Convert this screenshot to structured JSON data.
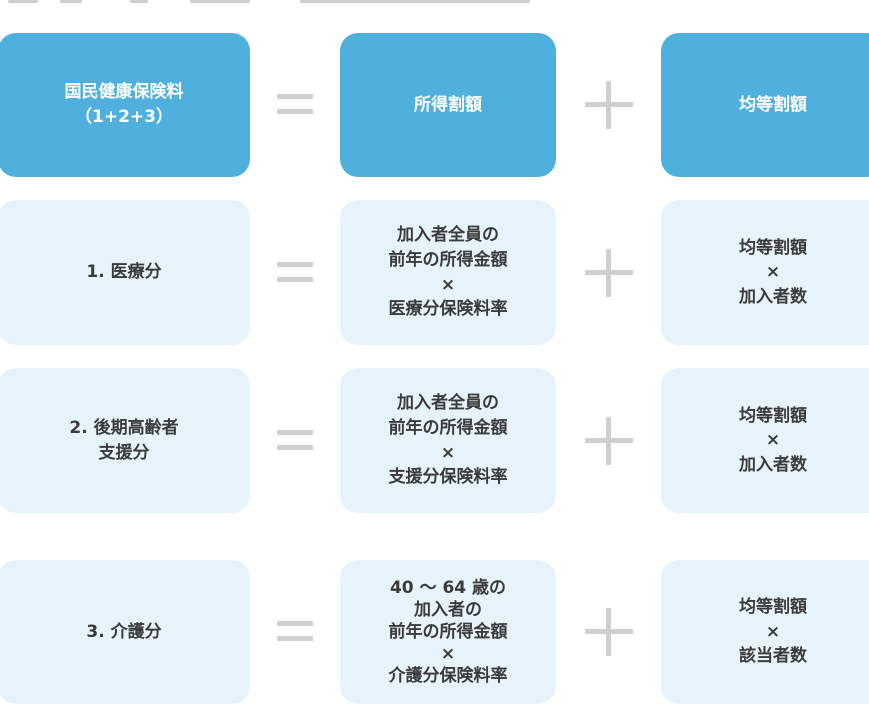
{
  "colors": {
    "header_box": "#4fb0dd",
    "row_box": "#e6f3fb",
    "operator": "#cfcfcf",
    "row_text": "#3b3b3b",
    "header_text": "#ffffff"
  },
  "header": {
    "total": [
      "国民健康保険料",
      "（1+2+3）"
    ],
    "income": [
      "所得割額"
    ],
    "per_capita": [
      "均等割額"
    ]
  },
  "rows": [
    {
      "label": [
        "1. 医療分"
      ],
      "income": [
        "加入者全員の",
        "前年の所得金額",
        "×",
        "医療分保険料率"
      ],
      "per_capita": [
        "均等割額",
        "×",
        "加入者数"
      ]
    },
    {
      "label": [
        "2. 後期高齢者",
        "支援分"
      ],
      "income": [
        "加入者全員の",
        "前年の所得金額",
        "×",
        "支援分保険料率"
      ],
      "per_capita": [
        "均等割額",
        "×",
        "加入者数"
      ]
    },
    {
      "label": [
        "3. 介護分"
      ],
      "income": [
        "40 ～ 64 歳の",
        "加入者の",
        "前年の所得金額",
        "×",
        "介護分保険料率"
      ],
      "per_capita": [
        "均等割額",
        "×",
        "該当者数"
      ]
    }
  ],
  "operators": {
    "equals": "=",
    "plus": "+"
  }
}
